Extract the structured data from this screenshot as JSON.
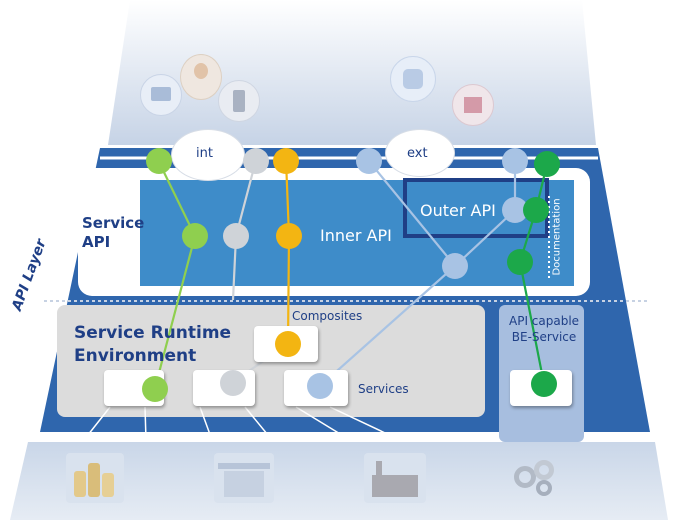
{
  "labels": {
    "api_layer": "API Layer",
    "service_api": "Service\nAPI",
    "inner_api": "Inner API",
    "outer_api": "Outer API",
    "documentation": "Documentation",
    "service_runtime": "Service Runtime\nEnvironment",
    "composites": "Composites",
    "services": "Services",
    "api_capable": "API capable\nBE-Service",
    "int": "int",
    "ext": "ext"
  },
  "colors": {
    "dark_blue": "#2f66ad",
    "mid_blue": "#3e8cc9",
    "navy": "#1f3f86",
    "light_gray_panel": "#dcdcdc",
    "green": "#8fcf4f",
    "dark_green": "#1ca84a",
    "orange": "#f3b512",
    "gray_node": "#cfd3d8",
    "light_blue_node": "#a8c3e4",
    "label_text": "#1f3f86"
  },
  "icons": {
    "channels": [
      "pos-terminal-icon",
      "person-avatar-icon",
      "smartphone-icon",
      "app-store-icon",
      "retail-store-icon"
    ],
    "backends": [
      "coins-icon",
      "gas-station-icon",
      "factory-icon",
      "gears-icon"
    ]
  }
}
